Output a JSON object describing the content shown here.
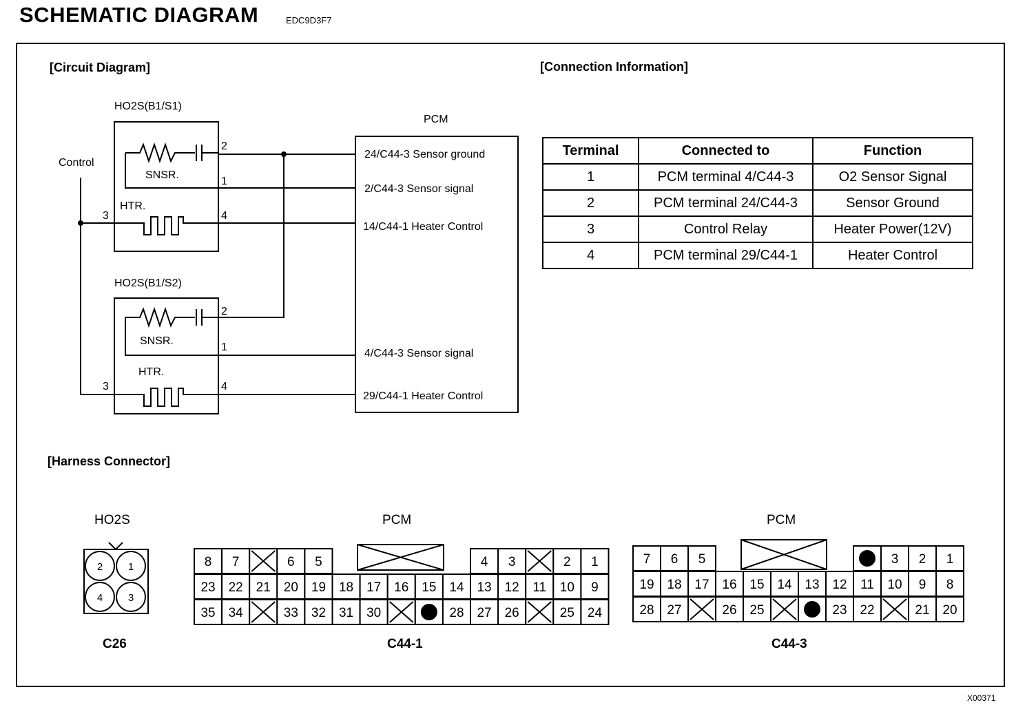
{
  "header": {
    "title": "SCHEMATIC DIAGRAM",
    "code": "EDC9D3F7",
    "doc_id": "X00371"
  },
  "sections": {
    "circuit": "[Circuit Diagram]",
    "connection": "[Connection Information]",
    "harness": "[Harness Connector]"
  },
  "circuit": {
    "sensor1_title": "HO2S(B1/S1)",
    "sensor2_title": "HO2S(B1/S2)",
    "pcm_title": "PCM",
    "control_label": "Control",
    "snsr_label": "SNSR.",
    "htr_label": "HTR.",
    "pins": [
      "1",
      "2",
      "3",
      "4"
    ],
    "pcm_pins": [
      "24/C44-3 Sensor ground",
      "2/C44-3 Sensor signal",
      "14/C44-1 Heater Control",
      "4/C44-3 Sensor signal",
      "29/C44-1 Heater Control"
    ]
  },
  "connection_table": {
    "headers": [
      "Terminal",
      "Connected to",
      "Function"
    ],
    "rows": [
      [
        "1",
        "PCM terminal 4/C44-3",
        "O2 Sensor Signal"
      ],
      [
        "2",
        "PCM terminal 24/C44-3",
        "Sensor Ground"
      ],
      [
        "3",
        "Control Relay",
        "Heater Power(12V)"
      ],
      [
        "4",
        "PCM terminal 29/C44-1",
        "Heater Control"
      ]
    ]
  },
  "harness": {
    "ho2s_title": "HO2S",
    "ho2s_name": "C26",
    "ho2s_pins": [
      "2",
      "1",
      "4",
      "3"
    ],
    "pcm1_title": "PCM",
    "pcm1_name": "C44-1",
    "pcm3_title": "PCM",
    "pcm3_name": "C44-3",
    "c44_1_rows": [
      [
        "8",
        "7",
        "X",
        "6",
        "5",
        "KEY",
        "4",
        "3",
        "X",
        "2",
        "1"
      ],
      [
        "23",
        "22",
        "21",
        "20",
        "19",
        "18",
        "17",
        "16",
        "15",
        "14",
        "13",
        "12",
        "11",
        "10",
        "9"
      ],
      [
        "35",
        "34",
        "X",
        "33",
        "32",
        "31",
        "30",
        "X",
        "●",
        "28",
        "27",
        "26",
        "X",
        "25",
        "24"
      ]
    ],
    "c44_3_rows": [
      [
        "7",
        "6",
        "5",
        "KEY",
        "●",
        "3",
        "2",
        "1"
      ],
      [
        "19",
        "18",
        "17",
        "16",
        "15",
        "14",
        "13",
        "12",
        "11",
        "10",
        "9",
        "8"
      ],
      [
        "28",
        "27",
        "X",
        "26",
        "25",
        "X",
        "●",
        "23",
        "22",
        "X",
        "21",
        "20"
      ]
    ]
  }
}
